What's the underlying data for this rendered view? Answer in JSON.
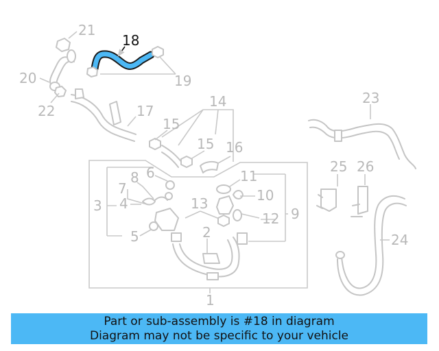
{
  "callouts": [
    "21",
    "18",
    "20",
    "19",
    "22",
    "17",
    "14",
    "23",
    "15",
    "15",
    "16",
    "6",
    "11",
    "25",
    "26",
    "8",
    "7",
    "10",
    "3",
    "4",
    "13",
    "9",
    "12",
    "5",
    "2",
    "24",
    "1"
  ],
  "highlight": {
    "part_number": "18",
    "color": "#4cb8f5"
  },
  "banner": {
    "line1": "Part or sub-assembly is #18 in diagram",
    "line2": "Diagram may not be specific to your vehicle",
    "color": "#4cb8f5"
  }
}
